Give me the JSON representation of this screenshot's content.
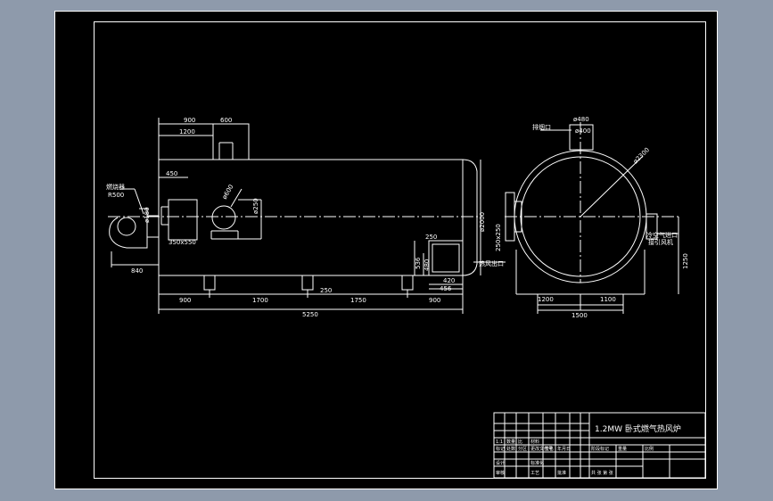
{
  "app": {
    "colors": {
      "background": "#8e9aab",
      "viewport": "#000000",
      "lines": "#ffffff"
    }
  },
  "front_view": {
    "dims": {
      "top_900": "900",
      "top_600": "600",
      "top_1200": "1200",
      "d450": "450",
      "burner_opening": "350x550",
      "diam_600": "ø600",
      "diam_250": "ø250",
      "diam_2000": "ø2000",
      "diam_180": "ø180",
      "r500": "R500",
      "d840": "840",
      "d250": "250",
      "d536": "536",
      "d480": "480",
      "d420": "420",
      "d456": "456",
      "d250b": "250",
      "bottom_900_left": "900",
      "bottom_1700": "1700",
      "bottom_1750": "1750",
      "bottom_900_right": "900",
      "total_5250": "5250"
    },
    "labels": {
      "burner": "燃烧器"
    }
  },
  "side_view": {
    "dims": {
      "d480": "ø480",
      "d400": "ø400",
      "d2300": "ø2300",
      "outlet_size": "250x250",
      "d1200": "1200",
      "d1100": "1100",
      "d1500": "1500",
      "d1250": "1250"
    },
    "labels": {
      "smoke_outlet": "排烟口",
      "air_inlet": "冷空气进口",
      "air_inlet2": "接引风机",
      "hot_air_outlet": "热风出口"
    }
  },
  "title_block": {
    "title": "1.2MW 卧式燃气热风炉",
    "cells": [
      "1:1",
      "数量",
      "比",
      "材料",
      "标记",
      "处数",
      "分区",
      "更改文件号",
      "签名",
      "年月日",
      "设计",
      "标准化",
      "阶段标记",
      "重量",
      "比例",
      "审核",
      "工艺",
      "批准",
      "共 张 第 张"
    ]
  }
}
